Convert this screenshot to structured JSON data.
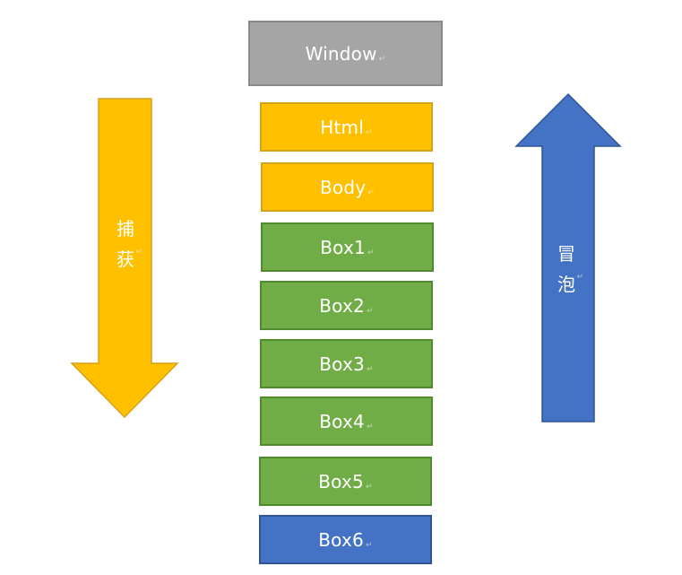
{
  "colors": {
    "window": "#a5a5a5",
    "capture_layers": "#ffc000",
    "boxes": "#70ad47",
    "target": "#4472c4",
    "capture_arrow": "#ffc000",
    "bubble_arrow": "#4472c4"
  },
  "layers": {
    "window": "Window",
    "html": "Html",
    "body": "Body",
    "box1": "Box1",
    "box2": "Box2",
    "box3": "Box3",
    "box4": "Box4",
    "box5": "Box5",
    "box6": "Box6"
  },
  "capture_arrow": {
    "char1": "捕",
    "char2": "获"
  },
  "bubble_arrow": {
    "char1": "冒",
    "char2": "泡"
  },
  "paragraph_mark": "↵"
}
